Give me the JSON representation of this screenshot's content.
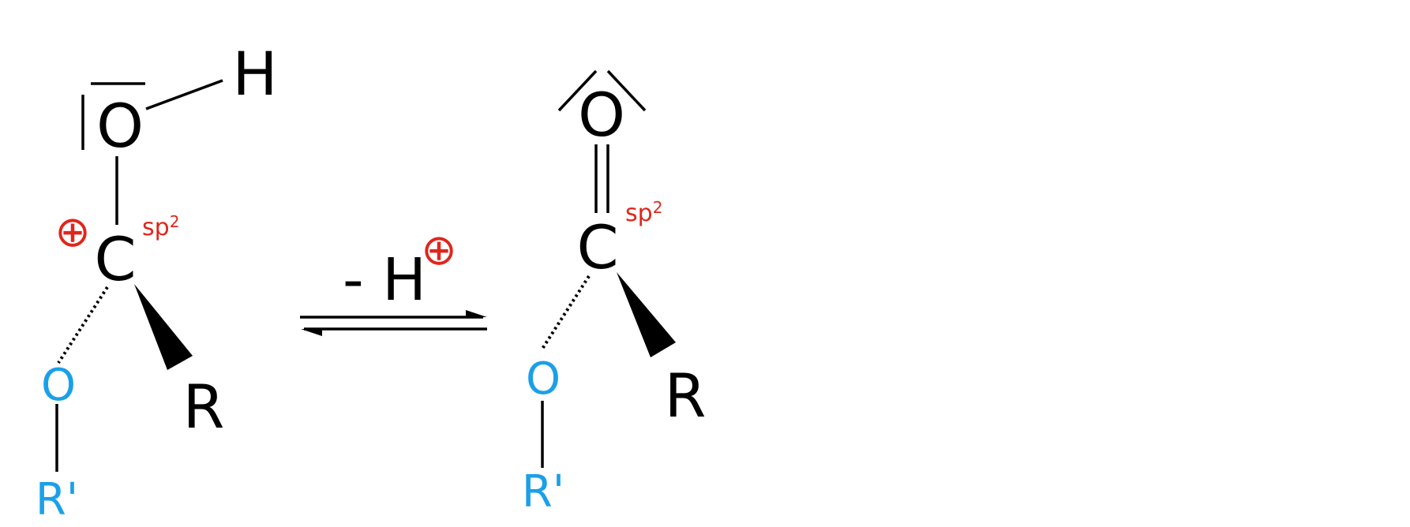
{
  "colors": {
    "black": "#000000",
    "oxygen_sub": "#1aa0e8",
    "charge": "#e0261c"
  },
  "left": {
    "hydroxyl_o": "O",
    "hydroxyl_h": "H",
    "carbocation_c": "C",
    "charge": "⊕",
    "hybridization_base": "sp",
    "hybridization_sup": "2",
    "ether_o": "O",
    "r_group": "R",
    "r_prime": "R'"
  },
  "arrow": {
    "reagent": "- H",
    "reagent_charge": "⊕"
  },
  "right": {
    "carbonyl_o": "O",
    "carbonyl_c": "C",
    "hybridization_base": "sp",
    "hybridization_sup": "2",
    "ether_o": "O",
    "r_group": "R",
    "r_prime": "R'"
  }
}
